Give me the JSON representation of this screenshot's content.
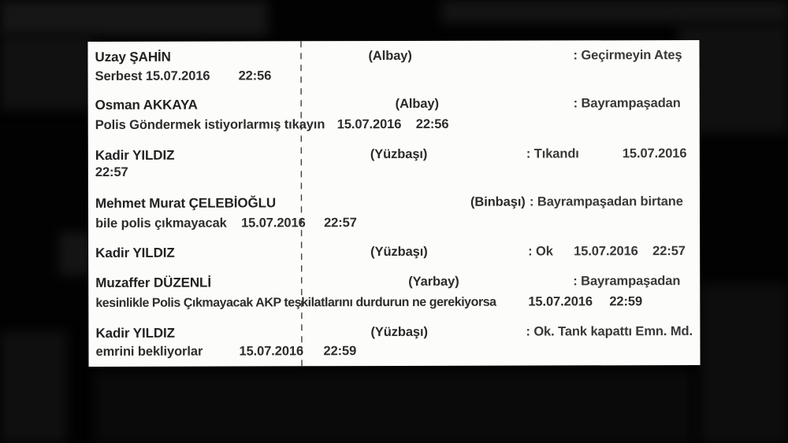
{
  "frame": {
    "background_color": "#020202"
  },
  "document": {
    "paper_color": "#fcfcfa",
    "ink_color": "#262626",
    "fold_line_color": "#3f3f3f",
    "entries": [
      {
        "name": "Uzay ŞAHİN",
        "rank": "(Albay)",
        "message": ": Geçirmeyin Ateş",
        "line2": "Serbest 15.07.2016",
        "line2_time": "22:56"
      },
      {
        "name": "Osman AKKAYA",
        "rank": "(Albay)",
        "message": ": Bayrampaşadan",
        "line2": "Polis Göndermek istiyorlarmış tıkayın",
        "line2_date": "15.07.2016",
        "line2_time": "22:56"
      },
      {
        "name": "Kadir YILDIZ",
        "rank": "(Yüzbaşı)",
        "message": ": Tıkandı",
        "message_date": "15.07.2016",
        "line2": "22:57"
      },
      {
        "name": "Mehmet Murat ÇELEBİOĞLU",
        "rank": "(Binbaşı)",
        "message": ": Bayrampaşadan birtane",
        "line2": "bile polis çıkmayacak",
        "line2_date": "15.07.2016",
        "line2_time": "22:57"
      },
      {
        "name": "Kadir YILDIZ",
        "rank": "(Yüzbaşı)",
        "message": ": Ok",
        "message_date": "15.07.2016",
        "message_time": "22:57"
      },
      {
        "name": "Muzaffer DÜZENLİ",
        "rank": "(Yarbay)",
        "message": ": Bayrampaşadan",
        "line2": "kesinlikle Polis Çıkmayacak AKP teşkilatlarını durdurun ne gerekiyorsa",
        "line2_date": "15.07.2016",
        "line2_time": "22:59"
      },
      {
        "name": "Kadir YILDIZ",
        "rank": "(Yüzbaşı)",
        "message": ": Ok. Tank kapattı Emn. Md.",
        "line2": "emrini bekliyorlar",
        "line2_date": "15.07.2016",
        "line2_time": "22:59"
      }
    ]
  }
}
